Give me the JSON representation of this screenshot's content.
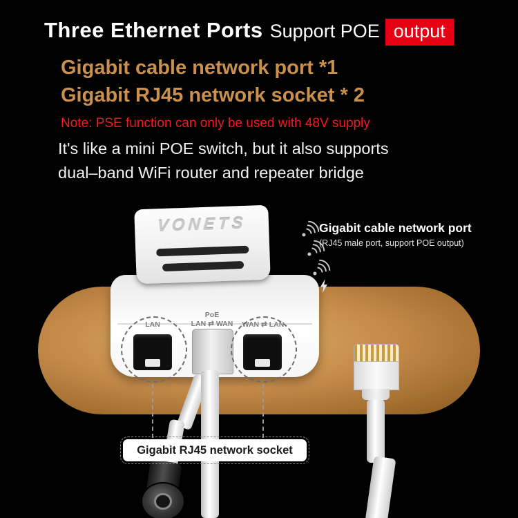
{
  "header": {
    "title": "Three Ethernet Ports",
    "subtitle_prefix": "Support POE",
    "subtitle_highlight": "output"
  },
  "features": {
    "line1": "Gigabit cable network port *1",
    "line2": "Gigabit RJ45 network socket * 2"
  },
  "note": "Note: PSE function can only be used with 48V supply",
  "description": {
    "line1": "It's like a mini POE switch, but it also supports",
    "line2": "dual–band WiFi router and repeater bridge"
  },
  "device": {
    "brand": "VONETS",
    "port_left_label": "LAN",
    "port_center_top": "PoE",
    "port_center_label": "LAN ⇄ WAN",
    "port_right_label": "WAN ⇄ LAN"
  },
  "callout_right": {
    "title": "Gigabit cable network port",
    "subtitle": "(RJ45 male port, support POE output)"
  },
  "callout_bottom": {
    "label": "Gigabit RJ45 network socket"
  },
  "colors": {
    "background": "#000000",
    "gold_text": "#c9904e",
    "note_red": "#f5161d",
    "highlight_red": "#e60012",
    "platform_light": "#dcab62",
    "platform_dark": "#8a5a1e"
  }
}
